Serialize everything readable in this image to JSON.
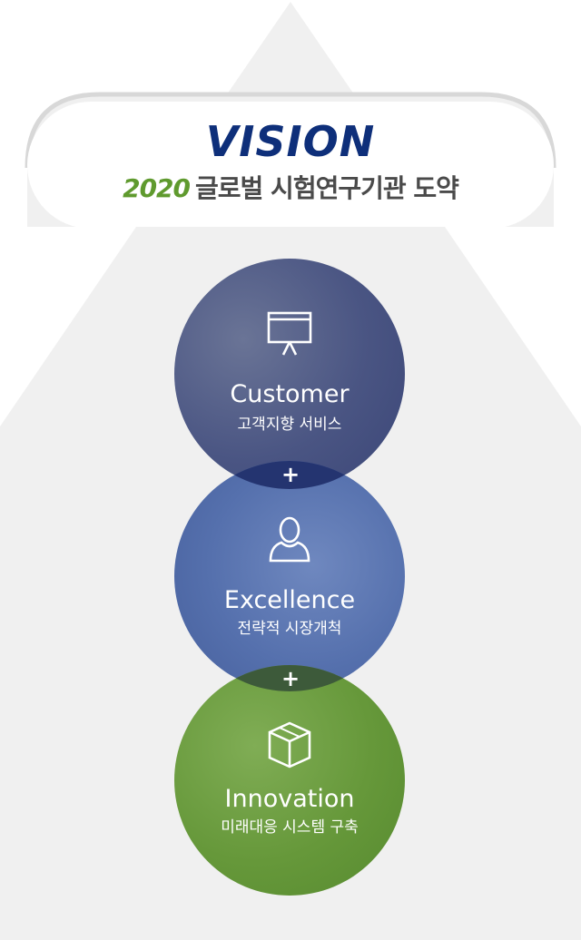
{
  "header": {
    "title": "VISION",
    "year": "2020",
    "slogan": "글로벌 시험연구기관 도약"
  },
  "values": [
    {
      "en": "Customer",
      "ko": "고객지향 서비스",
      "icon": "presentation-board-icon",
      "color": "#3f4a7a"
    },
    {
      "en": "Excellence",
      "ko": "전략적 시장개척",
      "icon": "person-icon",
      "color": "#4f6aa6"
    },
    {
      "en": "Innovation",
      "ko": "미래대응 시스템 구축",
      "icon": "cube-icon",
      "color": "#5e9535"
    }
  ],
  "connectors": [
    "+",
    "+"
  ],
  "colors": {
    "title": "#0e2f7a",
    "year": "#5f9a2e",
    "background_shape": "#f0f0f0"
  }
}
